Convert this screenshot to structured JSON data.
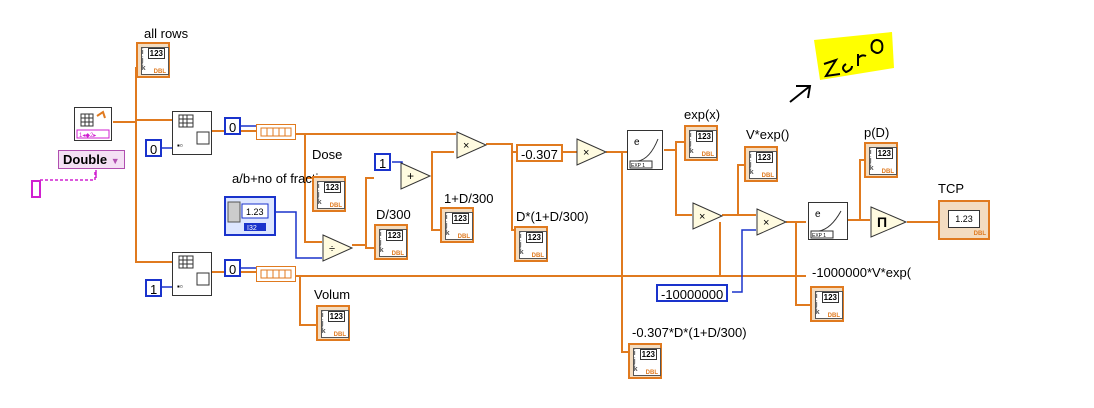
{
  "labels": {
    "all_rows": "all rows",
    "dose": "Dose",
    "abn": "a/b+no of fraction",
    "d300": "D/300",
    "one_plus": "1+D/300",
    "d_times": "D*(1+D/300)",
    "neg_prod": "-0.307*D*(1+D/300)",
    "expx": "exp(x)",
    "vexp": "V*exp()",
    "pd": "p(D)",
    "tcp": "TCP",
    "big": "-1000000*V*exp(",
    "volum": "Volum"
  },
  "constants": {
    "c0a": "0",
    "c0b": "0",
    "c1a": "1",
    "c0c": "0",
    "c1b": "1",
    "cm307": "-0.307",
    "cbig": "-10000000"
  },
  "dropdown": {
    "value": "Double"
  },
  "indicator": {
    "tag": "123",
    "tcp_tag": "1.23",
    "dbl": "DBL"
  },
  "annotation": {
    "handwriting": "zero"
  },
  "colors": {
    "wire_orange": "#e07a1f",
    "wire_blue": "#1a33cc",
    "wire_pink": "#d020d0",
    "highlight": "#ffff00"
  }
}
